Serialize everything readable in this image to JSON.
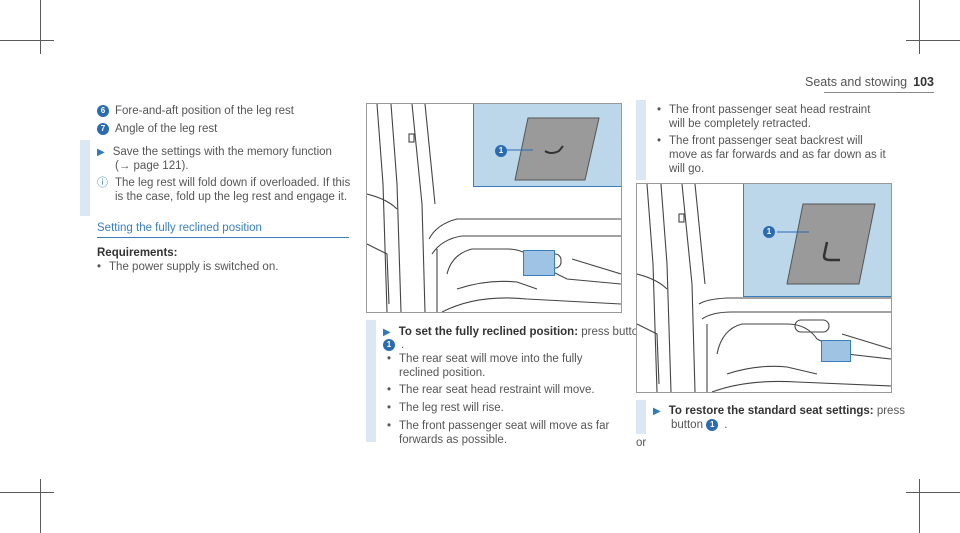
{
  "header": {
    "section": "Seats and stowing",
    "page": "103"
  },
  "left": {
    "items": [
      {
        "num": "6",
        "text": "Fore-and-aft position of the leg rest"
      },
      {
        "num": "7",
        "text": "Angle of the leg rest"
      }
    ],
    "step_line1": "Save the settings with the memory function",
    "step_line2": "(→ page 121).",
    "info_line1": "The leg rest will fold down if overloaded. If this",
    "info_line2": "is the case, fold up the leg rest and engage it.",
    "section_title": "Setting the fully reclined position",
    "req_title": "Requirements:",
    "req_item": "The power supply is switched on."
  },
  "figure1": {
    "callout": "1"
  },
  "middle": {
    "instr_bold": "To set the fully reclined position:",
    "instr_rest": " press button",
    "instr_num": "1",
    "bullets": [
      [
        "The rear seat will move into the fully",
        "reclined position."
      ],
      [
        "The rear seat head restraint will move."
      ],
      [
        "The leg rest will rise."
      ],
      [
        "The front passenger seat will move as far",
        "forwards as possible."
      ]
    ]
  },
  "right": {
    "bullets": [
      [
        "The front passenger seat head restraint",
        "will be completely retracted."
      ],
      [
        "The front passenger seat backrest will",
        "move as far forwards and as far down as it",
        "will go."
      ]
    ],
    "instr_bold": "To restore the standard seat settings:",
    "instr_rest": " press",
    "instr_line2": "button",
    "instr_num": "1",
    "or": "or"
  },
  "figure2": {
    "callout": "1"
  }
}
